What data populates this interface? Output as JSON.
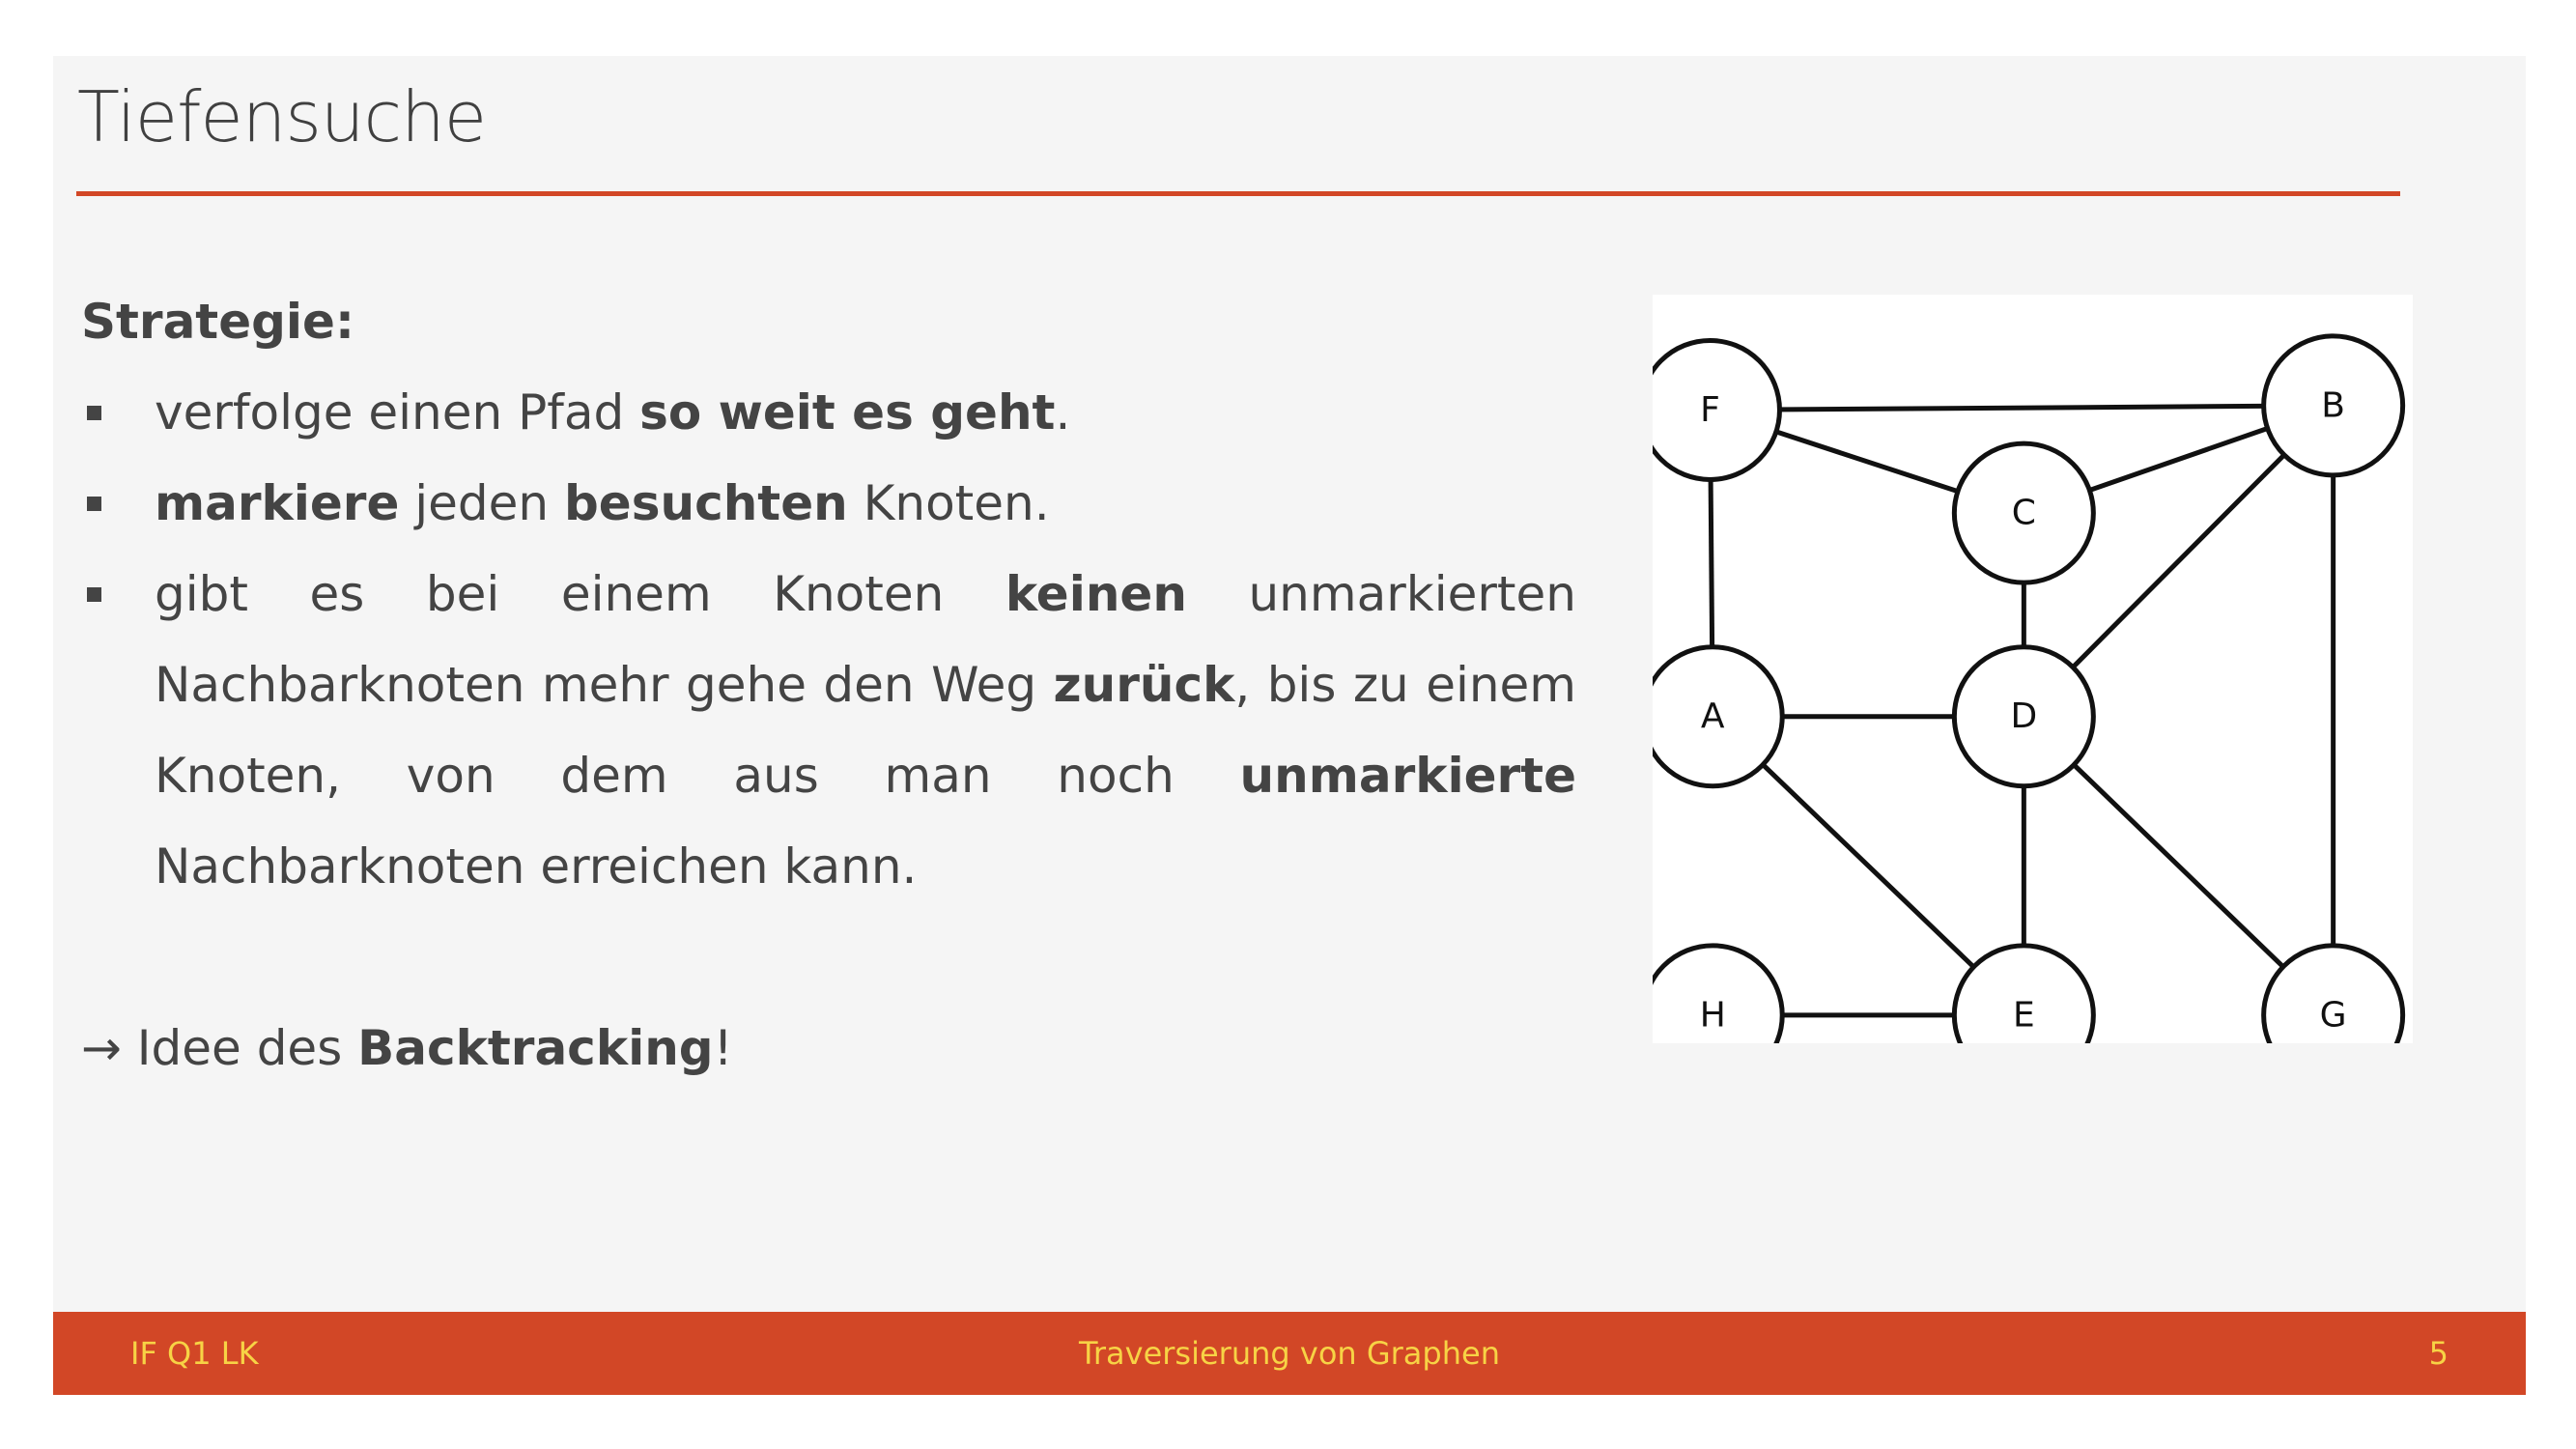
{
  "slide": {
    "title": "Tiefensuche",
    "heading": "Strategie:",
    "bullets": [
      {
        "p0": "verfolge einen Pfad ",
        "b0": "so weit es geht",
        "p1": "."
      },
      {
        "b0": "markiere",
        "p0": " jeden ",
        "b1": "besuchten",
        "p1": " Knoten."
      },
      {
        "p0": "gibt es bei einem Knoten ",
        "b0": "keinen",
        "p1": " unmarkierten Nachbarknoten mehr gehe den Weg ",
        "b1": "zurück",
        "p2": ", bis zu einem Knoten, von dem aus man noch ",
        "b2": "unmarkierte",
        "p3": " Nachbarknoten erreichen kann."
      }
    ],
    "conclusion": {
      "p0": "→ Idee des ",
      "b0": "Backtracking",
      "p1": "!"
    }
  },
  "graph": {
    "nodes": [
      "F",
      "B",
      "C",
      "A",
      "D",
      "H",
      "E",
      "G"
    ],
    "edges": [
      [
        "F",
        "B"
      ],
      [
        "F",
        "C"
      ],
      [
        "C",
        "B"
      ],
      [
        "F",
        "A"
      ],
      [
        "C",
        "D"
      ],
      [
        "D",
        "B"
      ],
      [
        "B",
        "G"
      ],
      [
        "A",
        "D"
      ],
      [
        "A",
        "E"
      ],
      [
        "D",
        "E"
      ],
      [
        "D",
        "G"
      ],
      [
        "H",
        "E"
      ]
    ]
  },
  "footer": {
    "left": "IF Q1 LK",
    "center": "Traversierung von Graphen",
    "page": "5"
  },
  "colors": {
    "accent": "#d24726",
    "footer_text": "#f7d345",
    "body_text": "#444444",
    "slide_bg": "#f5f5f5"
  }
}
